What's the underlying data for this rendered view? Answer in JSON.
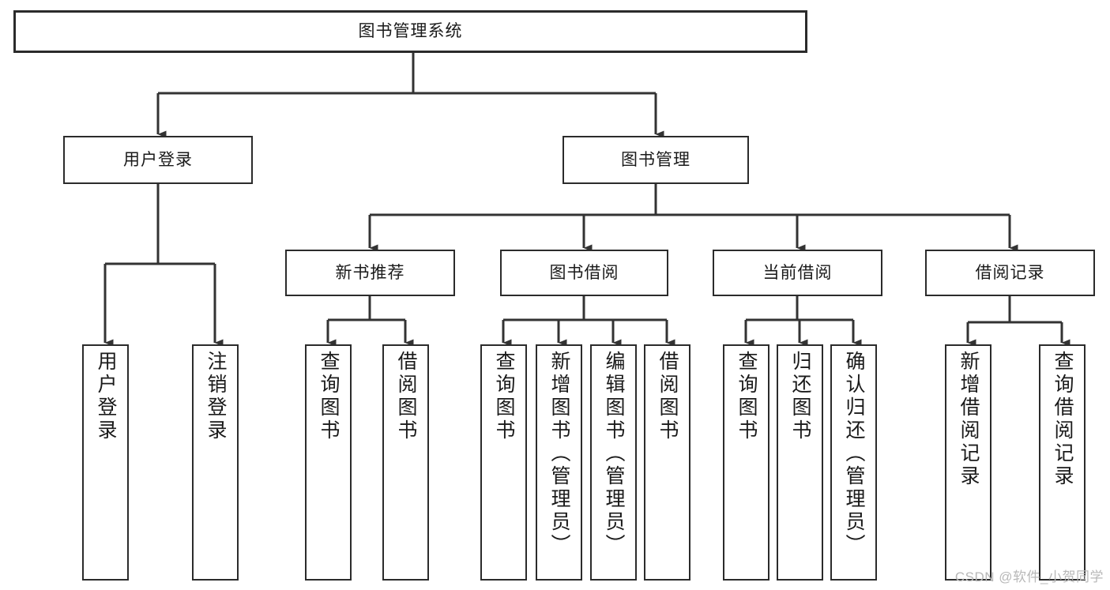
{
  "diagram": {
    "title": "图书管理系统",
    "type": "tree-hierarchy",
    "watermark": "CSDN @软件_小贺同学",
    "colors": {
      "background": "#ffffff",
      "box_border": "#2b2b2b",
      "connector": "#333333",
      "text": "#1a1a1a",
      "watermark": "#b8b8b8"
    },
    "root": {
      "label": "图书管理系统"
    },
    "level2": [
      {
        "label": "用户登录"
      },
      {
        "label": "图书管理"
      }
    ],
    "level3": [
      {
        "label": "新书推荐"
      },
      {
        "label": "图书借阅"
      },
      {
        "label": "当前借阅"
      },
      {
        "label": "借阅记录"
      }
    ],
    "leaves": {
      "user_login": [
        {
          "label": "用户登录"
        },
        {
          "label": "注销登录"
        }
      ],
      "new_book_recommend": [
        {
          "label": "查询图书"
        },
        {
          "label": "借阅图书"
        }
      ],
      "book_borrow": [
        {
          "label": "查询图书"
        },
        {
          "label": "新增图书（管理员）"
        },
        {
          "label": "编辑图书（管理员）"
        },
        {
          "label": "借阅图书"
        }
      ],
      "current_borrow": [
        {
          "label": "查询图书"
        },
        {
          "label": "归还图书"
        },
        {
          "label": "确认归还（管理员）"
        }
      ],
      "borrow_record": [
        {
          "label": "新增借阅记录"
        },
        {
          "label": "查询借阅记录"
        }
      ]
    }
  }
}
